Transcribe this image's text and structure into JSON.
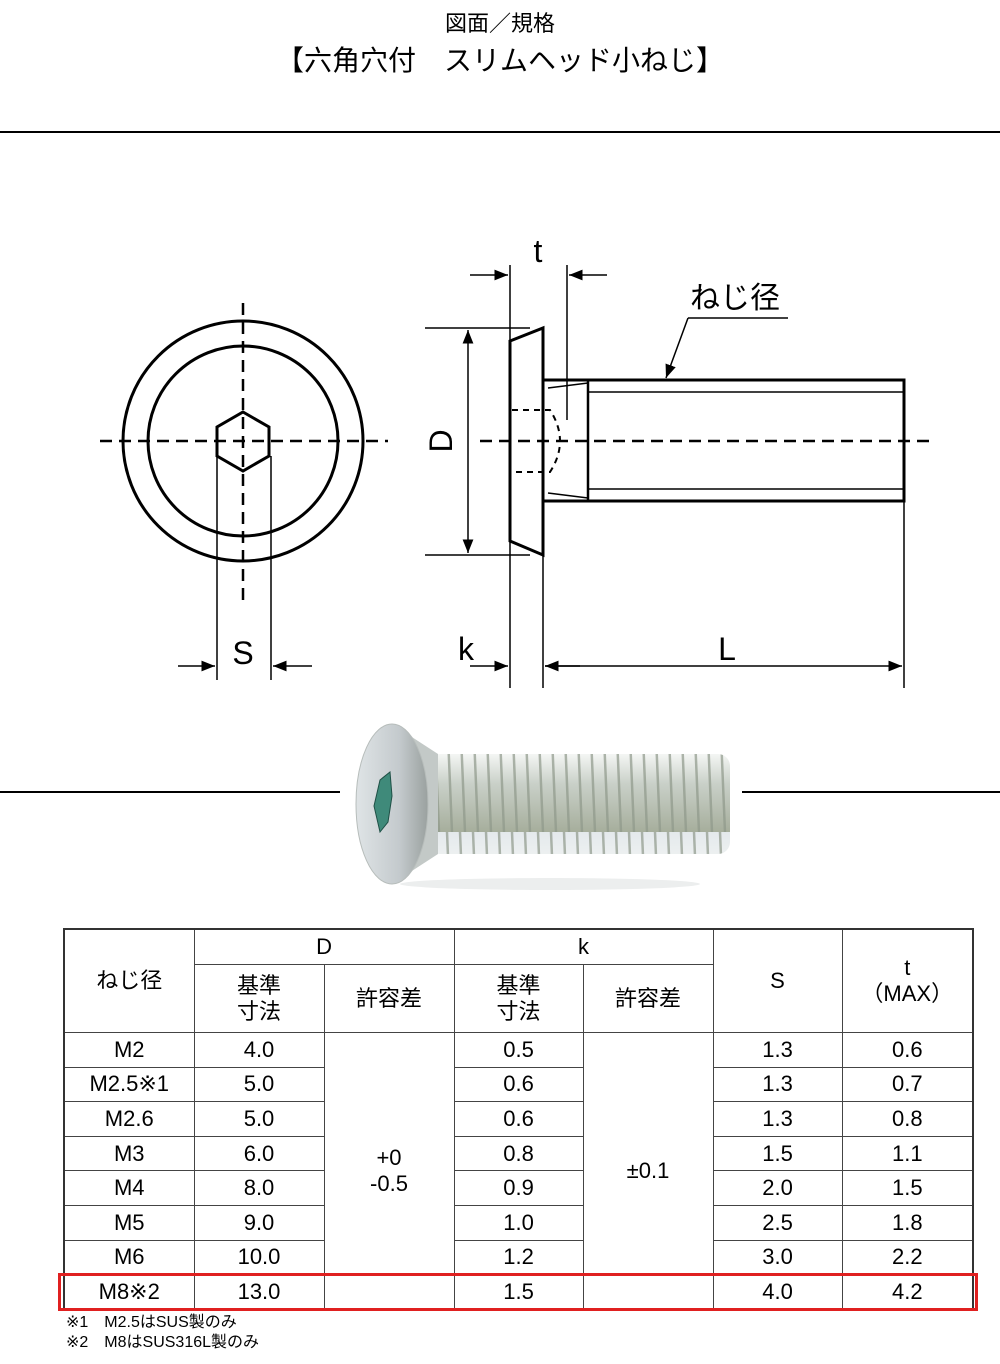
{
  "header": {
    "subtitle": "図面／規格",
    "title": "【六角穴付　スリムヘッド小ねじ】"
  },
  "drawing": {
    "labels": {
      "t": "t",
      "thread_dia": "ねじ径",
      "D": "D",
      "S": "S",
      "k": "k",
      "L": "L"
    }
  },
  "table": {
    "col_thread": "ねじ径",
    "group_D": "D",
    "group_k": "k",
    "sub_nominal": "基準\n寸法",
    "sub_tolerance": "許容差",
    "col_S": "S",
    "col_t": "t\n（MAX）",
    "tol_D": "+0\n-0.5",
    "tol_k": "±0.1",
    "rows": [
      {
        "size": "M2",
        "D": "4.0",
        "k": "0.5",
        "S": "1.3",
        "t": "0.6"
      },
      {
        "size": "M2.5※1",
        "D": "5.0",
        "k": "0.6",
        "S": "1.3",
        "t": "0.7"
      },
      {
        "size": "M2.6",
        "D": "5.0",
        "k": "0.6",
        "S": "1.3",
        "t": "0.8"
      },
      {
        "size": "M3",
        "D": "6.0",
        "k": "0.8",
        "S": "1.5",
        "t": "1.1"
      },
      {
        "size": "M4",
        "D": "8.0",
        "k": "0.9",
        "S": "2.0",
        "t": "1.5"
      },
      {
        "size": "M5",
        "D": "9.0",
        "k": "1.0",
        "S": "2.5",
        "t": "1.8"
      },
      {
        "size": "M6",
        "D": "10.0",
        "k": "1.2",
        "S": "3.0",
        "t": "2.2"
      },
      {
        "size": "M8※2",
        "D": "13.0",
        "k": "1.5",
        "S": "4.0",
        "t": "4.2"
      }
    ]
  },
  "notes": [
    "※1　M2.5はSUS製のみ",
    "※2　M8はSUS316L製のみ"
  ],
  "highlight_color": "#e02020"
}
